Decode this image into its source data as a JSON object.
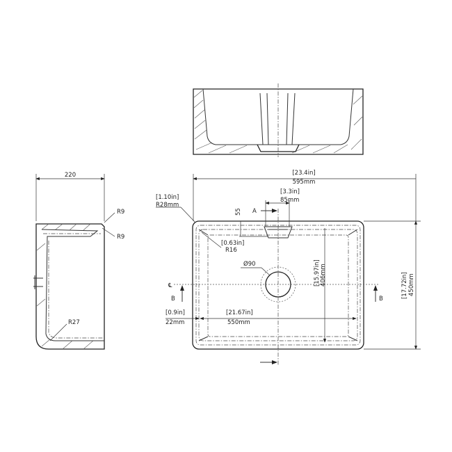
{
  "side_view": {
    "width": "220",
    "radius_top_1": "R9",
    "radius_top_2": "R9",
    "radius_bottom": "R27"
  },
  "plan_view": {
    "width_in": "[23.4in]",
    "width_mm": "595mm",
    "outer_radius_in": "[1.10in]",
    "outer_radius_mm": "R28mm",
    "overflow_width_in": "[3.3in]",
    "overflow_width_mm": "85mm",
    "overflow_depth": "55",
    "section_a": "A",
    "inner_radius_in": "[0.63in]",
    "inner_radius_mm": "R16",
    "waste_diameter": "Ø90",
    "centerline": "℄",
    "section_b_left": "B",
    "section_b_right": "B",
    "inner_length_in": "[15.97in]",
    "inner_length_mm": "406mm",
    "outer_length_in": "[17.72in]",
    "outer_length_mm": "450mm",
    "rim_in": "[0.9in]",
    "rim_mm": "22mm",
    "inner_width_in": "[21.67in]",
    "inner_width_mm": "550mm"
  }
}
